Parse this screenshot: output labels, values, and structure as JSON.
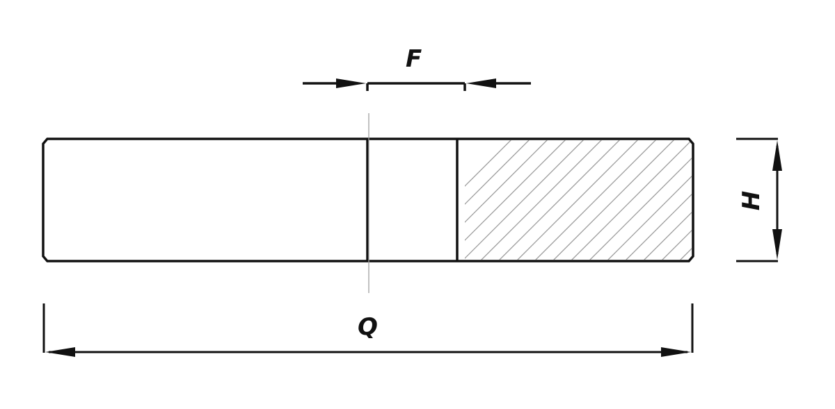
{
  "diagram": {
    "labels": {
      "F": "F",
      "H": "H",
      "Q": "Q"
    },
    "colors": {
      "line": "#111111",
      "hatch": "#9a9a9a",
      "centerline": "#a0a0a0"
    }
  }
}
